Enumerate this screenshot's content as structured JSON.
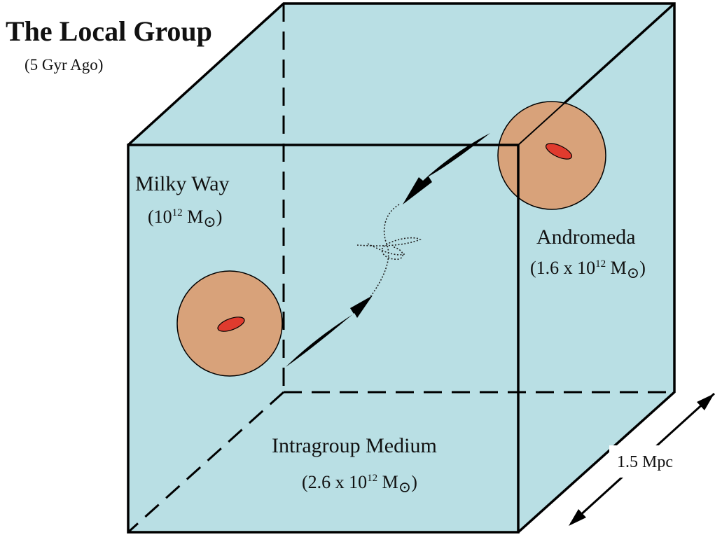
{
  "title": "The Local Group",
  "subtitle": "(5 Gyr Ago)",
  "galaxies": [
    {
      "name": "Milky Way",
      "mass_prefix": "(10",
      "mass_exp": "12",
      "mass_unit": " M",
      "mass_sun": "⊙",
      "mass_suffix": ")"
    },
    {
      "name": "Andromeda",
      "mass_prefix": "(1.6 x 10",
      "mass_exp": "12",
      "mass_unit": " M",
      "mass_sun": "⊙",
      "mass_suffix": ")"
    }
  ],
  "medium": {
    "name": "Intragroup Medium",
    "mass_prefix": "(2.6 x 10",
    "mass_exp": "12",
    "mass_unit": " M",
    "mass_sun": "⊙",
    "mass_suffix": ")"
  },
  "scale": "1.5 Mpc",
  "colors": {
    "box_face": "#b9dfe4",
    "halo": "#d8a27a",
    "disk": "#e03b2e",
    "edge": "#000000"
  }
}
